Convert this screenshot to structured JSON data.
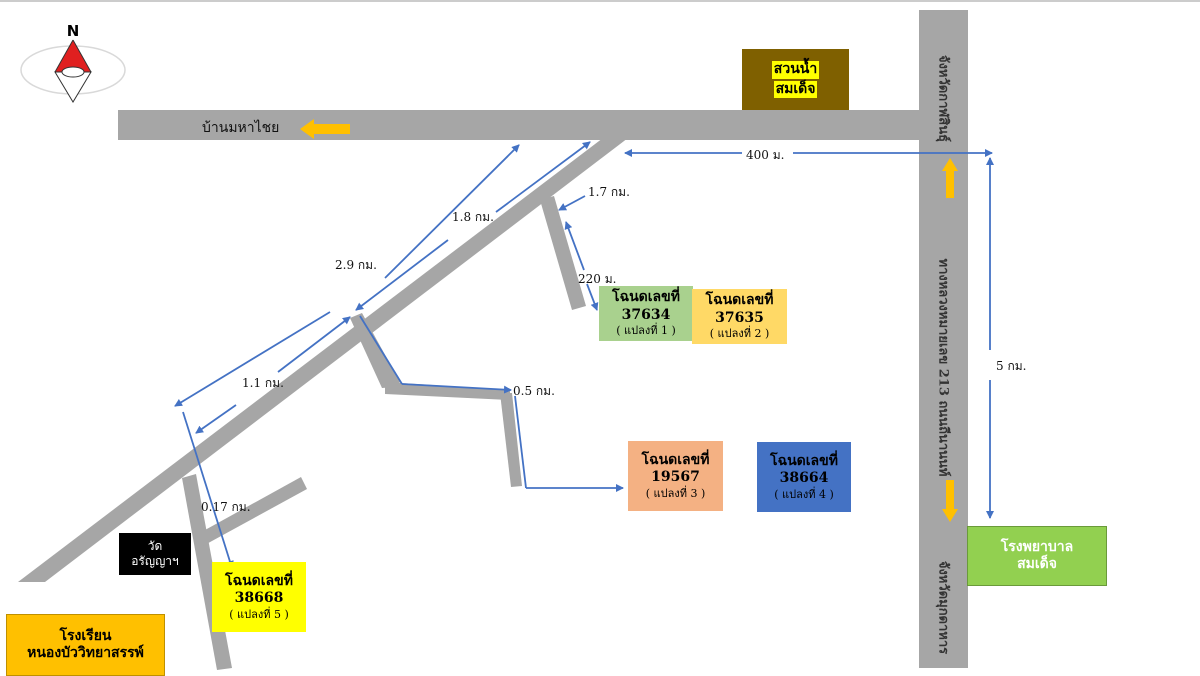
{
  "places": {
    "water_park": {
      "line1": "สวนน้ำ",
      "line2": "สมเด็จ"
    },
    "village": "บ้านมหาไชย",
    "temple": {
      "line1": "วัด",
      "line2": "อรัญญาฯ"
    },
    "school": {
      "line1": "โรงเรียน",
      "line2": "หนองบัววิทยาสรรพ์"
    },
    "hospital": {
      "line1": "โรงพยาบาล",
      "line2": "สมเด็จ"
    }
  },
  "road": {
    "to_top": "จังหวัดกาฬสินธุ์",
    "name": "ทางหลวงหมายเลข 213 ถนนถีนานนท์",
    "to_bottom": "จังหวัดมุกดาหาร"
  },
  "plots": [
    {
      "title": "โฉนดเลขที่",
      "number": "37634",
      "sub": "( แปลงที่ 1 )",
      "color": "#a9d18e"
    },
    {
      "title": "โฉนดเลขที่",
      "number": "37635",
      "sub": "( แปลงที่ 2 )",
      "color": "#ffd966"
    },
    {
      "title": "โฉนดเลขที่",
      "number": "19567",
      "sub": "( แปลงที่ 3 )",
      "color": "#f4b183"
    },
    {
      "title": "โฉนดเลขที่",
      "number": "38664",
      "sub": "( แปลงที่ 4 )",
      "color": "#4472c4"
    },
    {
      "title": "โฉนดเลขที่",
      "number": "38668",
      "sub": "( แปลงที่ 5 )",
      "color": "#ffff00"
    }
  ],
  "distances": {
    "d_400m": "400 ม.",
    "d_1_7": "1.7 กม.",
    "d_1_8": "1.8 กม.",
    "d_2_9": "2.9 กม.",
    "d_220": "220 ม.",
    "d_1_1": "1.1 กม.",
    "d_0_5": "0.5 กม.",
    "d_0_17": "0.17 กม.",
    "d_5": "5 กม."
  },
  "compass": {
    "label": "N"
  },
  "colors": {
    "road": "#a6a6a6",
    "arrow": "#4472c4",
    "orange_arrow": "#ffc000",
    "brown": "#7f6000",
    "hospital": "#92d050",
    "school": "#ffc000"
  }
}
